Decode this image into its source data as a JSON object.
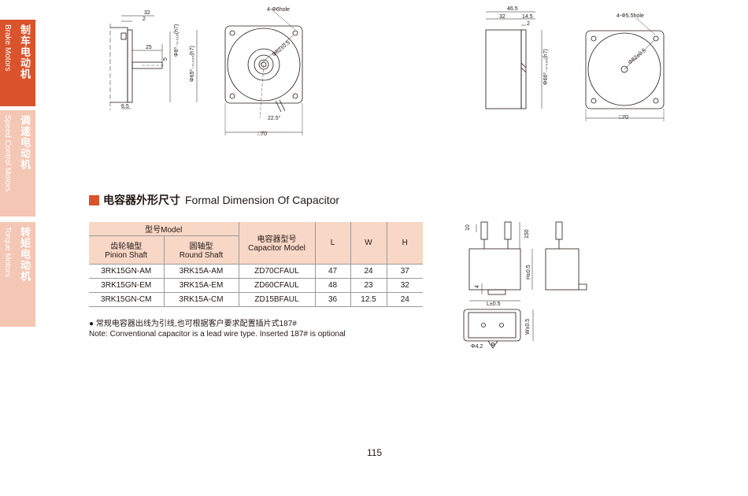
{
  "side_tabs": [
    {
      "cn": "制车电动机",
      "en": "Brake Motors"
    },
    {
      "cn": "调速电动机",
      "en": "Speed Control Motors"
    },
    {
      "cn": "转矩电动机",
      "en": "Torque Motors"
    }
  ],
  "dims_top_left": {
    "d32": "32",
    "d2": "2",
    "d25": "25",
    "d5": "5",
    "d65": "6.5",
    "shaft_dia": "Φ8⁰₋₀.₀₁₅(h7)",
    "flange_dia": "Φ65⁰₋₀.₀₃₀(h7)",
    "holes": "4-Φ6hole",
    "pcd": "Φ82±0.5",
    "angle": "22.5°",
    "square": "□70"
  },
  "dims_top_right": {
    "d465": "46.5",
    "d32": "32",
    "d145": "14.5",
    "d2": "2",
    "flange_dia": "Φ66⁰₋₀.₀₃₀(h7)",
    "holes": "4-Φ5.5hole",
    "pcd": "Φ82±0.5",
    "square": "□70"
  },
  "section_title": {
    "cn": "电容器外形尺寸",
    "en": "Formal Dimension Of Capacitor"
  },
  "table": {
    "group_header": "型号Model",
    "col_pinion_cn": "齿轮轴型",
    "col_pinion_en": "Pinion Shaft",
    "col_round_cn": "圆轴型",
    "col_round_en": "Round Shaft",
    "col_cap_cn": "电容器型号",
    "col_cap_en": "Capacitor Model",
    "col_l": "L",
    "col_w": "W",
    "col_h": "H",
    "rows": [
      [
        "3RK15GN-AM",
        "3RK15A-AM",
        "ZD70CFAUL",
        "47",
        "24",
        "37"
      ],
      [
        "3RK15GN-EM",
        "3RK15A-EM",
        "ZD60CFAUL",
        "48",
        "23",
        "32"
      ],
      [
        "3RK15GN-CM",
        "3RK15A-CM",
        "ZD15BFAUL",
        "36",
        "12.5",
        "24"
      ]
    ]
  },
  "note_cn": "● 常规电容器出线为引线,也可根据客户要求配置插片式187#",
  "note_en": "Note: Conventional capacitor is a lead wire type. Inserted 187# is optional",
  "cap_dims": {
    "d10": "10",
    "d150": "150",
    "h": "H±0.5",
    "d4": "4",
    "l": "L±0.5",
    "w": "W±0.5",
    "phi": "Φ4.2"
  },
  "page_number": "115"
}
